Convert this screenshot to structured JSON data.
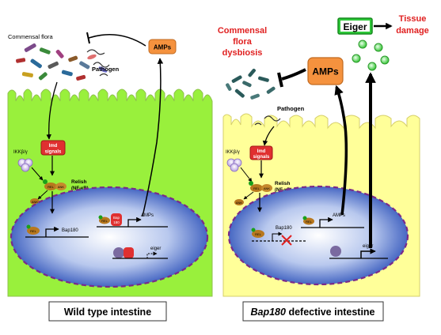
{
  "left": {
    "commensal_flora": "Commensal flora",
    "pathogen": "Pathogen",
    "amps_box": "AMPs",
    "imd_line1": "Imd",
    "imd_line2": "signals",
    "ikk": "IKKβ/γ",
    "relish_line1": "Relish",
    "relish_line2": "(NF-κB)",
    "rel": "REL",
    "ank": "ANK",
    "bap180_gene": "Bap180",
    "amps_gene": "AMPs",
    "bap_line1": "Bap",
    "bap_line2": "180",
    "eiger_gene": "eiger",
    "caption": "Wild type intestine"
  },
  "right": {
    "dysbiosis_line1": "Commensal",
    "dysbiosis_line2": "flora",
    "dysbiosis_line3": "dysbiosis",
    "amps_box": "AMPs",
    "eiger_box": "Eiger",
    "tissue_line1": "Tissue",
    "tissue_line2": "damage",
    "pathogen": "Pathogen",
    "imd_line1": "Imd",
    "imd_line2": "signals",
    "ikk": "IKKβ/γ",
    "relish_line1": "Relish",
    "relish_line2": "(NF-κB)",
    "rel": "REL",
    "ank": "ANK",
    "bap180_gene": "Bap180",
    "amps_gene": "AMPs",
    "eiger_gene": "eiger",
    "caption_italic": "Bap180",
    "caption_rest": " defective intestine"
  },
  "colors": {
    "wild_type_cell": "#99f03c",
    "defective_cell": "#ffff99",
    "amps_box": "#f5923e",
    "eiger_box": "#2fc93a",
    "red_text": "#e02020"
  }
}
